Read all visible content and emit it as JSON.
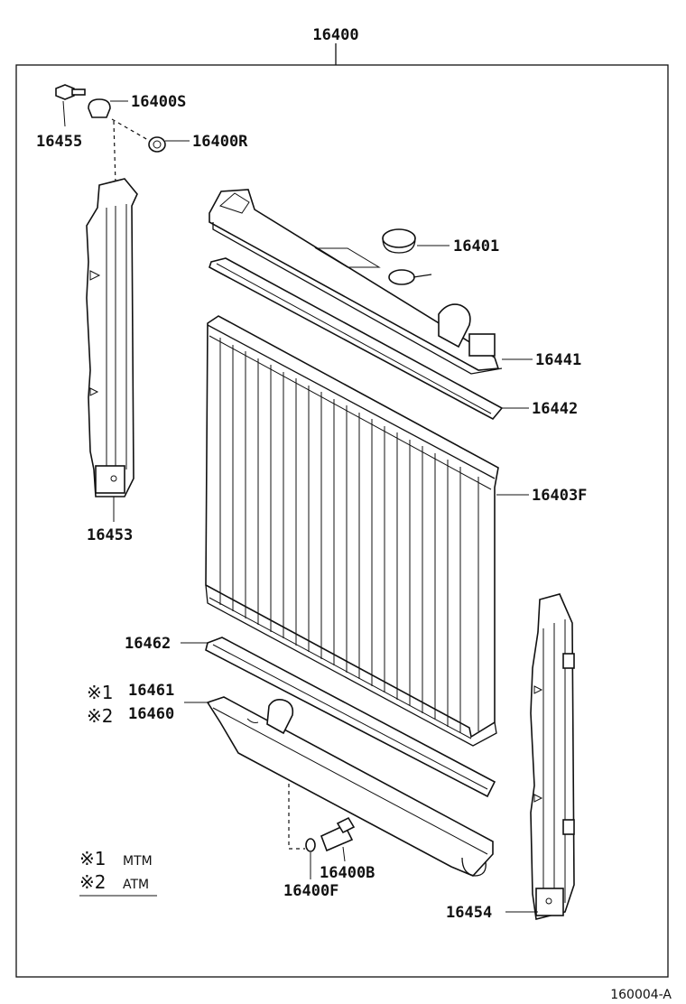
{
  "assembly": {
    "number": "16400"
  },
  "parts": {
    "p16400S": "16400S",
    "p16455": "16455",
    "p16400R": "16400R",
    "p16401": "16401",
    "p16441": "16441",
    "p16442": "16442",
    "p16403F": "16403F",
    "p16453": "16453",
    "p16462": "16462",
    "p16461": "16461",
    "p16460": "16460",
    "p16454": "16454",
    "p16400B": "16400B",
    "p16400F": "16400F"
  },
  "markers": {
    "m1": "※1",
    "m2": "※2"
  },
  "legend": {
    "row1_marker": "※1",
    "row1_text": "MTM",
    "row2_marker": "※2",
    "row2_text": "ATM"
  },
  "footer": {
    "code": "160004-A"
  }
}
